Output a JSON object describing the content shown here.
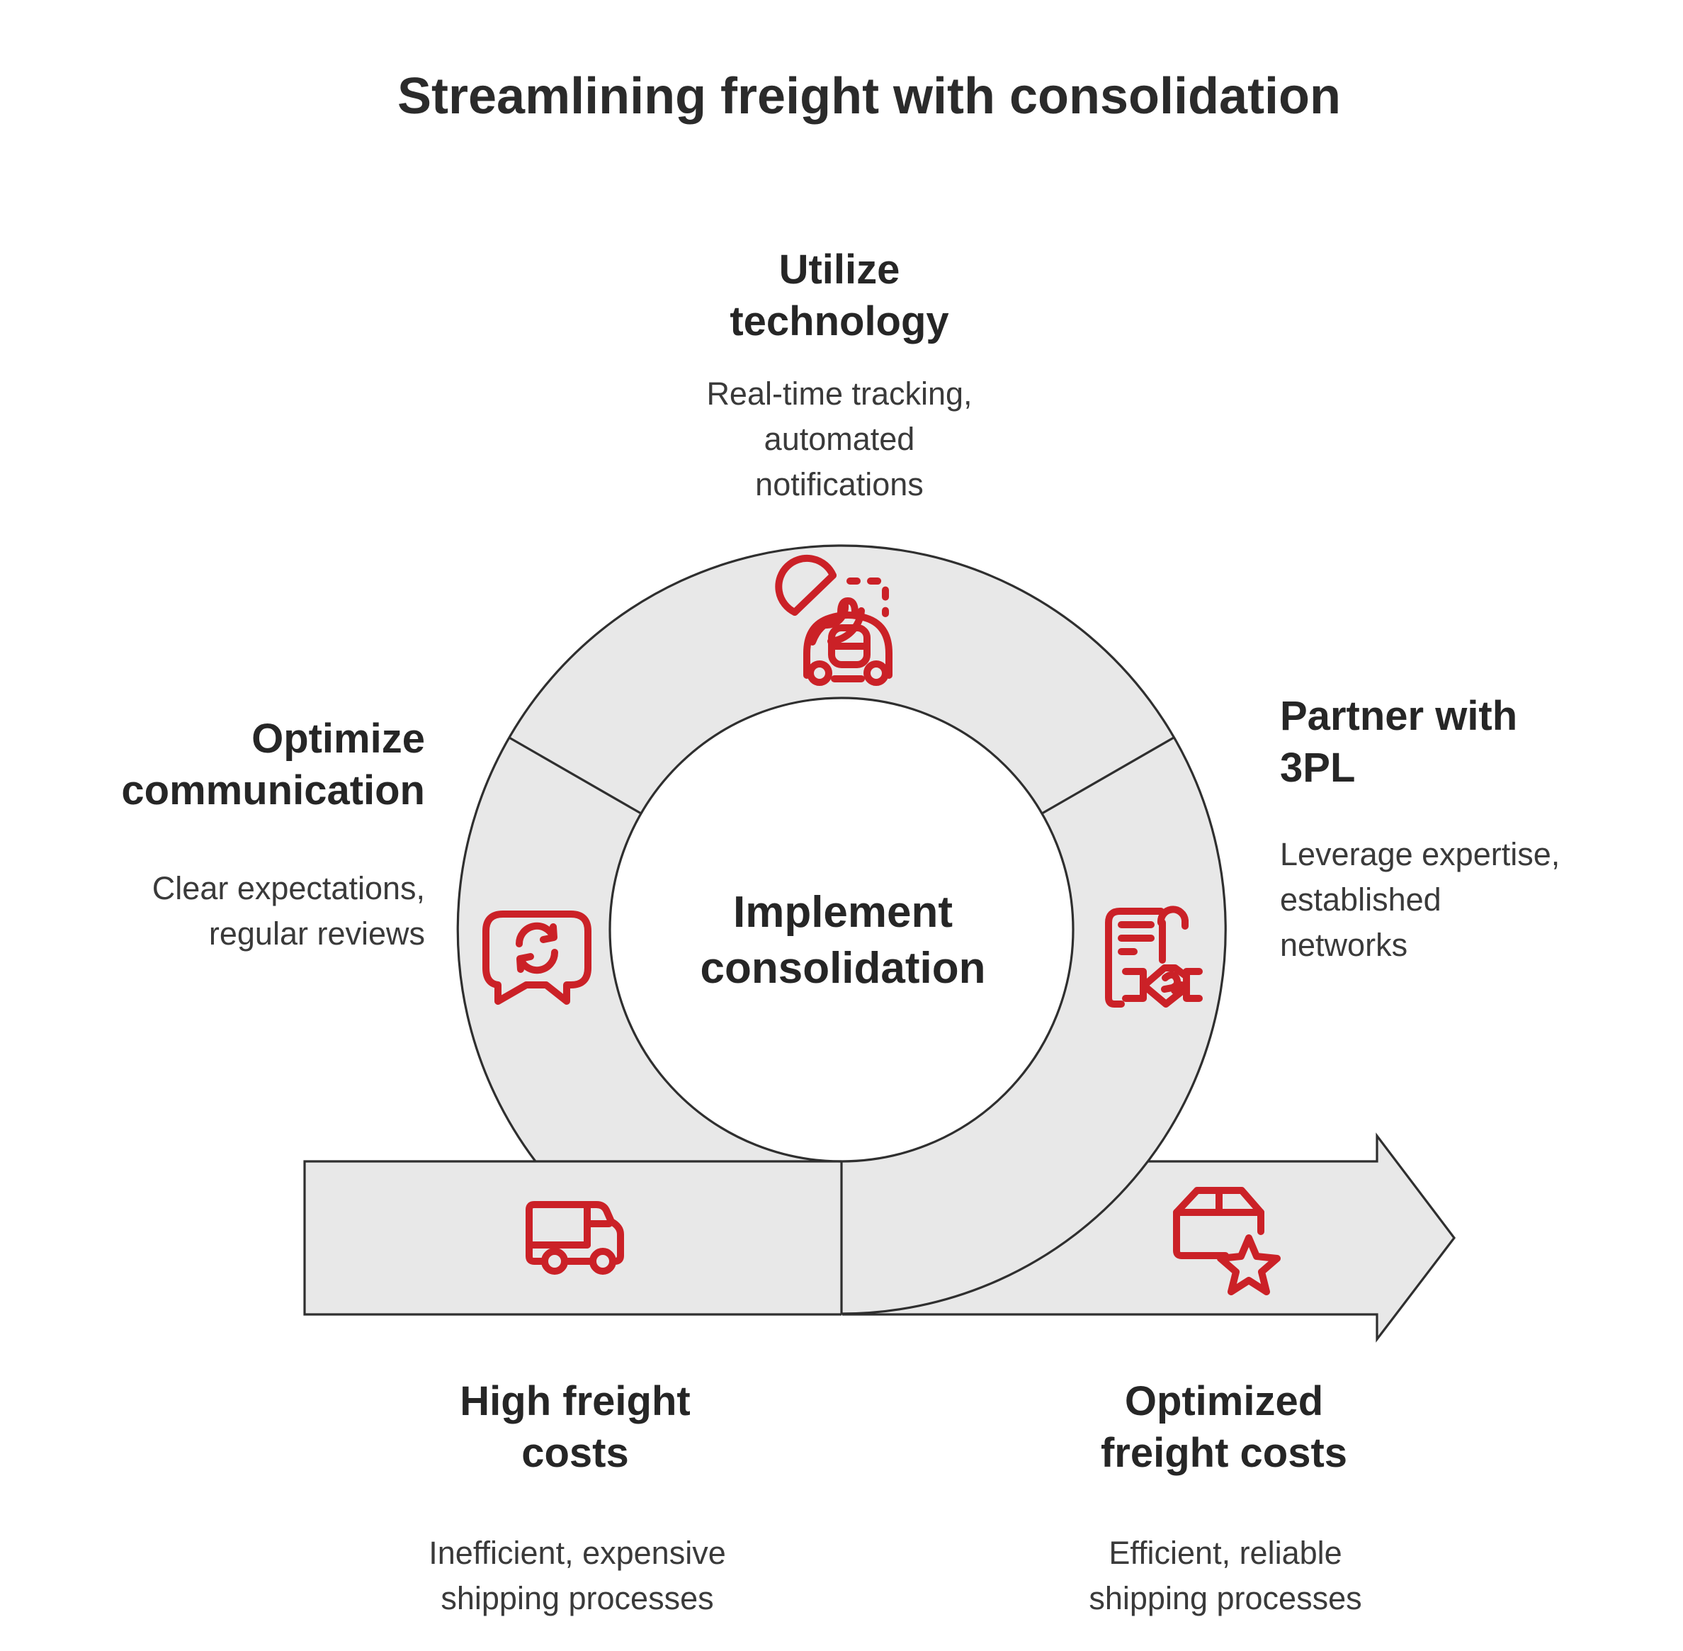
{
  "title": "Streamlining freight with consolidation",
  "colors": {
    "shape_fill": "#e8e8e8",
    "outline": "#2f2f2f",
    "accent_red": "#cb2127",
    "heading_text": "#262626",
    "body_text": "#3a3a3a"
  },
  "center": {
    "label": "Implement\nconsolidation"
  },
  "steps": [
    {
      "id": "utilize-technology",
      "label": "Utilize\ntechnology",
      "description": "Real-time tracking,\nautomated\nnotifications",
      "icon": "gps-tracking-car-icon"
    },
    {
      "id": "optimize-communication",
      "label": "Optimize\ncommunication",
      "description": "Clear expectations,\nregular reviews",
      "icon": "chat-sync-icon"
    },
    {
      "id": "partner-with-3pl",
      "label": "Partner with\n3PL",
      "description": "Leverage expertise,\nestablished\nnetworks",
      "icon": "contract-handshake-icon"
    }
  ],
  "flow": {
    "start": {
      "id": "high-freight-costs",
      "label": "High freight\ncosts",
      "description": "Inefficient, expensive\nshipping processes",
      "icon": "delivery-truck-icon"
    },
    "end": {
      "id": "optimized-freight-costs",
      "label": "Optimized\nfreight costs",
      "description": "Efficient, reliable\nshipping processes",
      "icon": "package-star-icon"
    }
  }
}
